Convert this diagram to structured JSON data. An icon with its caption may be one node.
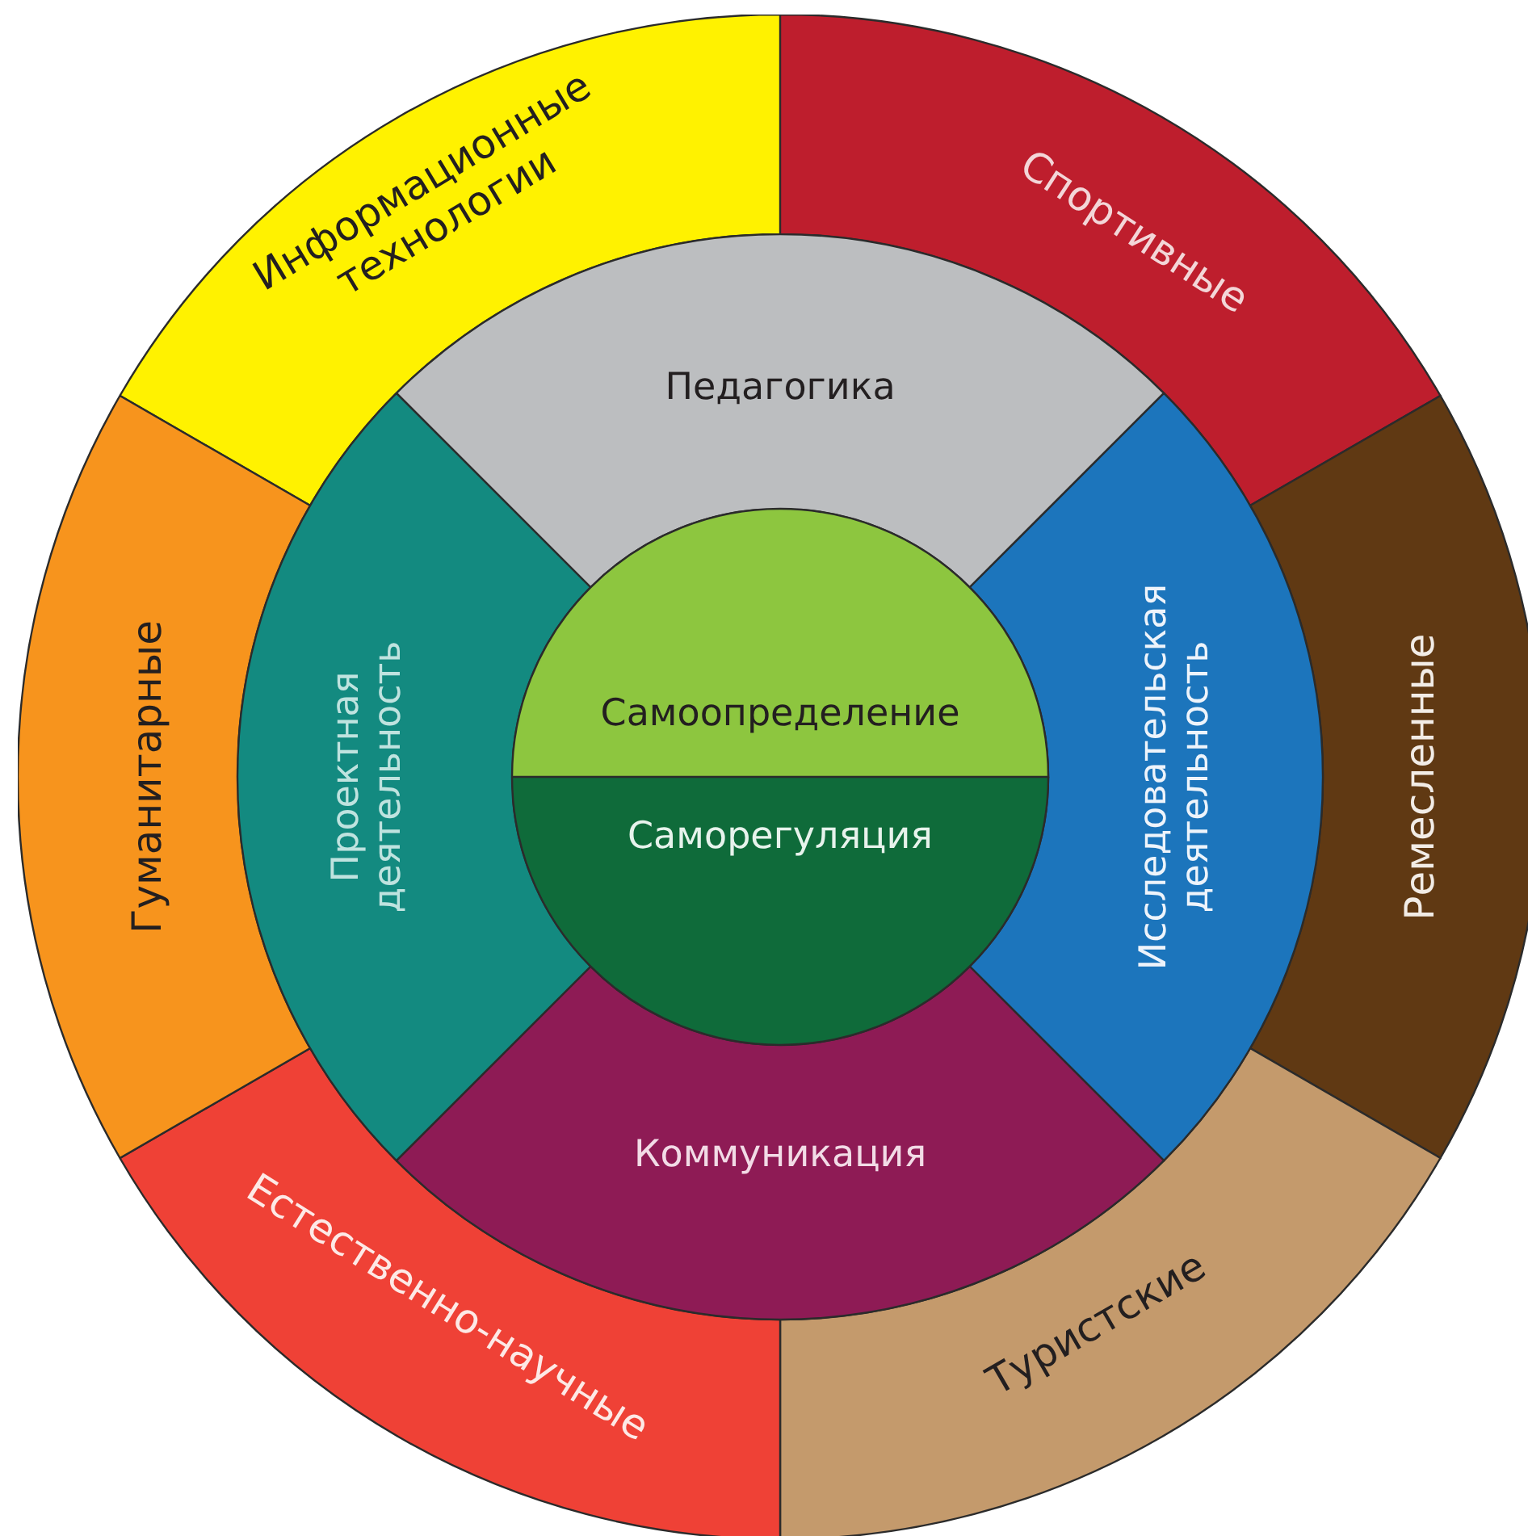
{
  "diagram": {
    "nodes": [
      {
        "text": [
          "Информационные технологии"
        ]
      },
      {
        "text": [
          "Спортивные"
        ]
      },
      {
        "text": [
          "Ремесленные"
        ]
      },
      {
        "text": [
          "Туристские"
        ]
      },
      {
        "text": [
          "Естественно-научные"
        ]
      },
      {
        "text": [
          "Гуманитарные"
        ]
      },
      {
        "text": [
          "Педагогика"
        ]
      },
      {
        "text": [
          "Исследовательская деятельность"
        ]
      },
      {
        "text": [
          "Коммуникация"
        ]
      },
      {
        "text": [
          "Проектная деятельность"
        ]
      },
      {
        "text": [
          "Самоопределение"
        ]
      },
      {
        "text": [
          "Саморегуляция"
        ]
      }
    ]
  }
}
